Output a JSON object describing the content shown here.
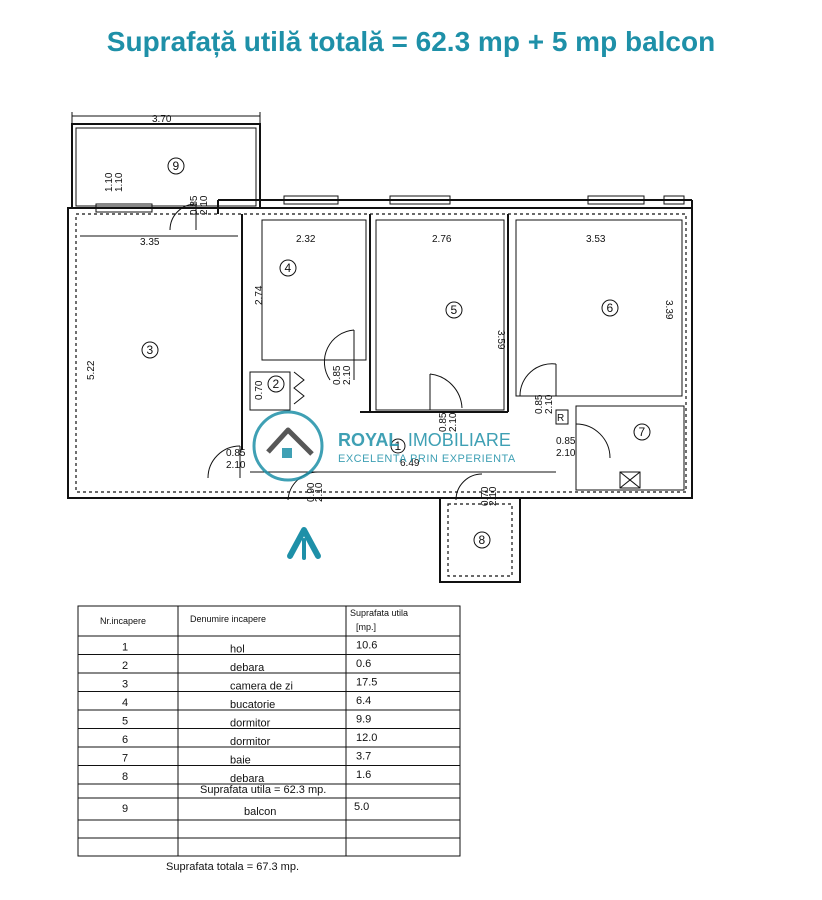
{
  "title": "Suprafață utilă totală = 62.3 mp + 5 mp balcon",
  "colors": {
    "accent": "#1e90a8",
    "line": "#111111"
  },
  "logo": {
    "name_bold": "ROYAL",
    "name_rest": "IMOBILIARE",
    "tagline": "EXCELENTA PRIN EXPERIENTA",
    "icon": "house-icon"
  },
  "entrance_icon": "arrow-up-icon",
  "plan": {
    "rooms": [
      "1",
      "2",
      "3",
      "4",
      "5",
      "6",
      "7",
      "8",
      "9"
    ],
    "dimensions": {
      "balcony_w": "3.70",
      "balcony_d1": "1.10",
      "balcony_d2": "1.10",
      "balcony_door_w": "0.85",
      "balcony_door_h": "2.10",
      "r3_w": "3.35",
      "r3_h": "5.22",
      "r4_w": "2.32",
      "r4_h": "2.74",
      "r5_w": "2.76",
      "r5_h": "3.59",
      "r6_w": "3.53",
      "r6_h": "3.39",
      "r2_w": "0.70",
      "door_r4_w": "0.85",
      "door_r4_h": "2.10",
      "door_r5_w": "0.85",
      "door_r5_h": "2.10",
      "door_r6_w": "0.85",
      "door_r6_h": "2.10",
      "door_r3_w": "0.85",
      "door_r3_h": "2.10",
      "door_r7_w": "0.85",
      "door_r7_h": "2.10",
      "entry_w": "0.90",
      "entry_h": "2.10",
      "door_r8_w": "0.70",
      "door_r8_h": "2.10",
      "hall_len": "6.49",
      "r7_mark": "R"
    }
  },
  "table": {
    "headers": {
      "nr": "Nr.incapere",
      "name": "Denumire incapere",
      "area": "Suprafata utila",
      "unit": "[mp.]"
    },
    "rows": [
      {
        "nr": "1",
        "name": "hol",
        "area": "10.6"
      },
      {
        "nr": "2",
        "name": "debara",
        "area": "0.6"
      },
      {
        "nr": "3",
        "name": "camera de zi",
        "area": "17.5"
      },
      {
        "nr": "4",
        "name": "bucatorie",
        "area": "6.4"
      },
      {
        "nr": "5",
        "name": "dormitor",
        "area": "9.9"
      },
      {
        "nr": "6",
        "name": "dormitor",
        "area": "12.0"
      },
      {
        "nr": "7",
        "name": "baie",
        "area": "3.7"
      },
      {
        "nr": "8",
        "name": "debara",
        "area": "1.6"
      }
    ],
    "subtotal": "Suprafata utila = 62.3 mp.",
    "balcony_row": {
      "nr": "9",
      "name": "balcon",
      "area": "5.0"
    },
    "total": "Suprafata totala = 67.3 mp."
  }
}
